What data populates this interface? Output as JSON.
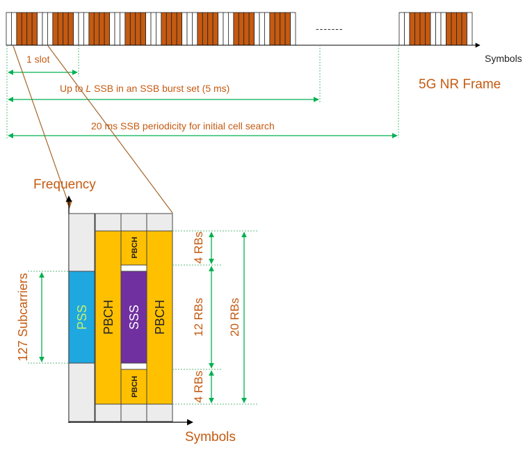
{
  "labels": {
    "symbols_top": "Symbols",
    "frame_title": "5G NR Frame",
    "slot": "1 slot",
    "burst_prefix": "Up to ",
    "burst_italic": "L",
    "burst_suffix": " SSB in an SSB burst set (5 ms)",
    "periodicity": "20 ms SSB periodicity for initial cell search",
    "ellipsis": "-------",
    "frequency": "Frequency",
    "symbols_bottom": "Symbols",
    "subcarriers": "127 Subcarriers",
    "pss": "PSS",
    "pbch": "PBCH",
    "sss": "SSS",
    "rb4_top": "4 RBs",
    "rb12": "12 RBs",
    "rb4_bottom": "4 RBs",
    "rb20": "20 RBs"
  },
  "colors": {
    "ssb_orange": "#c55a11",
    "pbch_yellow": "#ffc000",
    "pss_blue": "#1fa7e0",
    "sss_purple": "#7030a0",
    "pss_text": "#c6f36a",
    "label_orange": "#c55a11",
    "arrow_green": "#00b050",
    "callout_brown": "#a5662a",
    "grey_cell": "#ececec"
  }
}
